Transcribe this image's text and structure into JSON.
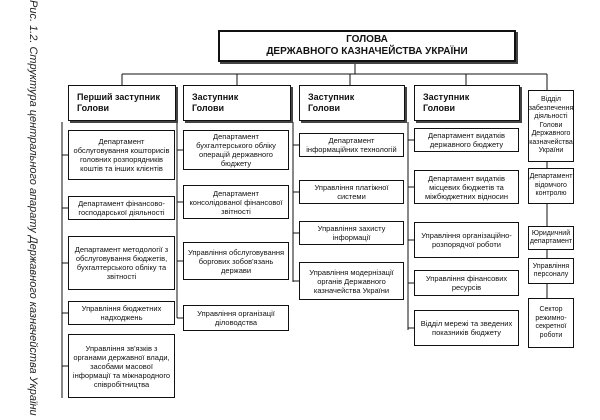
{
  "caption": "Рис. 1.2. Структура центрального апарату Державного казначейства України",
  "head": {
    "line1": "ГОЛОВА",
    "line2": "ДЕРЖАВНОГО КАЗНАЧЕЙСТВА УКРАЇНИ"
  },
  "deputies": [
    {
      "title_line1": "Перший заступник",
      "title_line2": "Голови",
      "units": [
        "Департамент обслуговування кошторисів головних розпорядників коштів та інших клієнтів",
        "Департамент фінансово-господарської діяльності",
        "Департамент методології з обслуговування бюджетів, бухгалтерського обліку та звітності",
        "Управління бюджетних надходжень",
        "Управління зв'язків з органами державної влади, засобами масової інформації та міжнародного співробітництва"
      ]
    },
    {
      "title_line1": "Заступник",
      "title_line2": "Голови",
      "units": [
        "Департамент бухгалтерського обліку операцій державного бюджету",
        "Департамент консолідованої фінансової звітності",
        "Управління обслуговування боргових зобов'язань держави",
        "Управління організації діловодства"
      ]
    },
    {
      "title_line1": "Заступник",
      "title_line2": "Голови",
      "units": [
        "Департамент інформаційних технологій",
        "Управління платіжної системи",
        "Управління захисту інформації",
        "Управління модернізації органів Державного казначейства України"
      ]
    },
    {
      "title_line1": "Заступник",
      "title_line2": "Голови",
      "units": [
        "Департамент видатків державного бюджету",
        "Департамент видатків місцевих бюджетів та міжбюджетних відносин",
        "Управління організаційно-розпорядчої роботи",
        "Управління фінансових ресурсів",
        "Відділ мережі та зведених показників бюджету"
      ]
    }
  ],
  "direct_units": [
    "Відділ забезпечення діяльності Голови Державного казначейства України",
    "Департамент відомчого контролю",
    "Юридичний департамент",
    "Управління персоналу",
    "Сектор режимно-секретної роботи"
  ]
}
